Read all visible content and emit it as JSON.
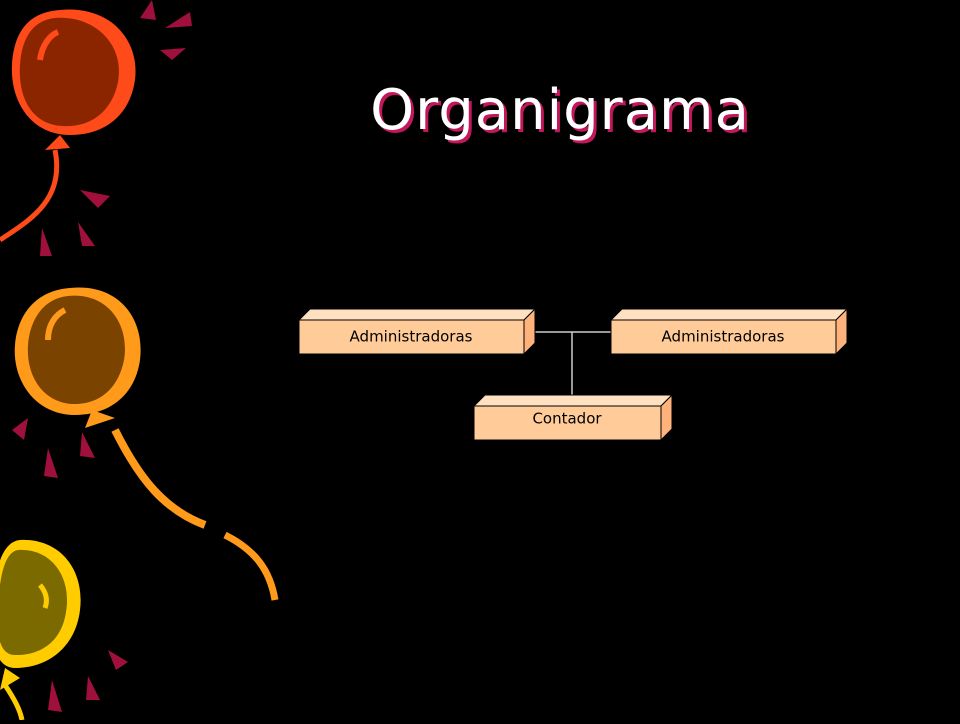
{
  "slide": {
    "title": "Organigrama",
    "background_color": "#000000",
    "title_color": "#ffffff",
    "title_shadow_color": "#c2185b"
  },
  "decorations": {
    "balloons": [
      {
        "name": "red-balloon",
        "fill": "#8b2500",
        "edge": "#ff4a1a"
      },
      {
        "name": "orange-balloon",
        "fill": "#7a4300",
        "edge": "#ff9a1a"
      },
      {
        "name": "yellow-balloon",
        "fill": "#7a6a00",
        "edge": "#ffcc00"
      }
    ],
    "confetti_color": "#a0103c"
  },
  "org_chart": {
    "box_fill": "#ffcc99",
    "box_side": "#ffb27a",
    "box_stroke": "#000000",
    "connector_color": "#cccccc",
    "nodes": [
      {
        "id": "admin-left",
        "label": "Administradoras"
      },
      {
        "id": "admin-right",
        "label": "Administradoras"
      },
      {
        "id": "contador",
        "label": "Contador"
      }
    ]
  }
}
